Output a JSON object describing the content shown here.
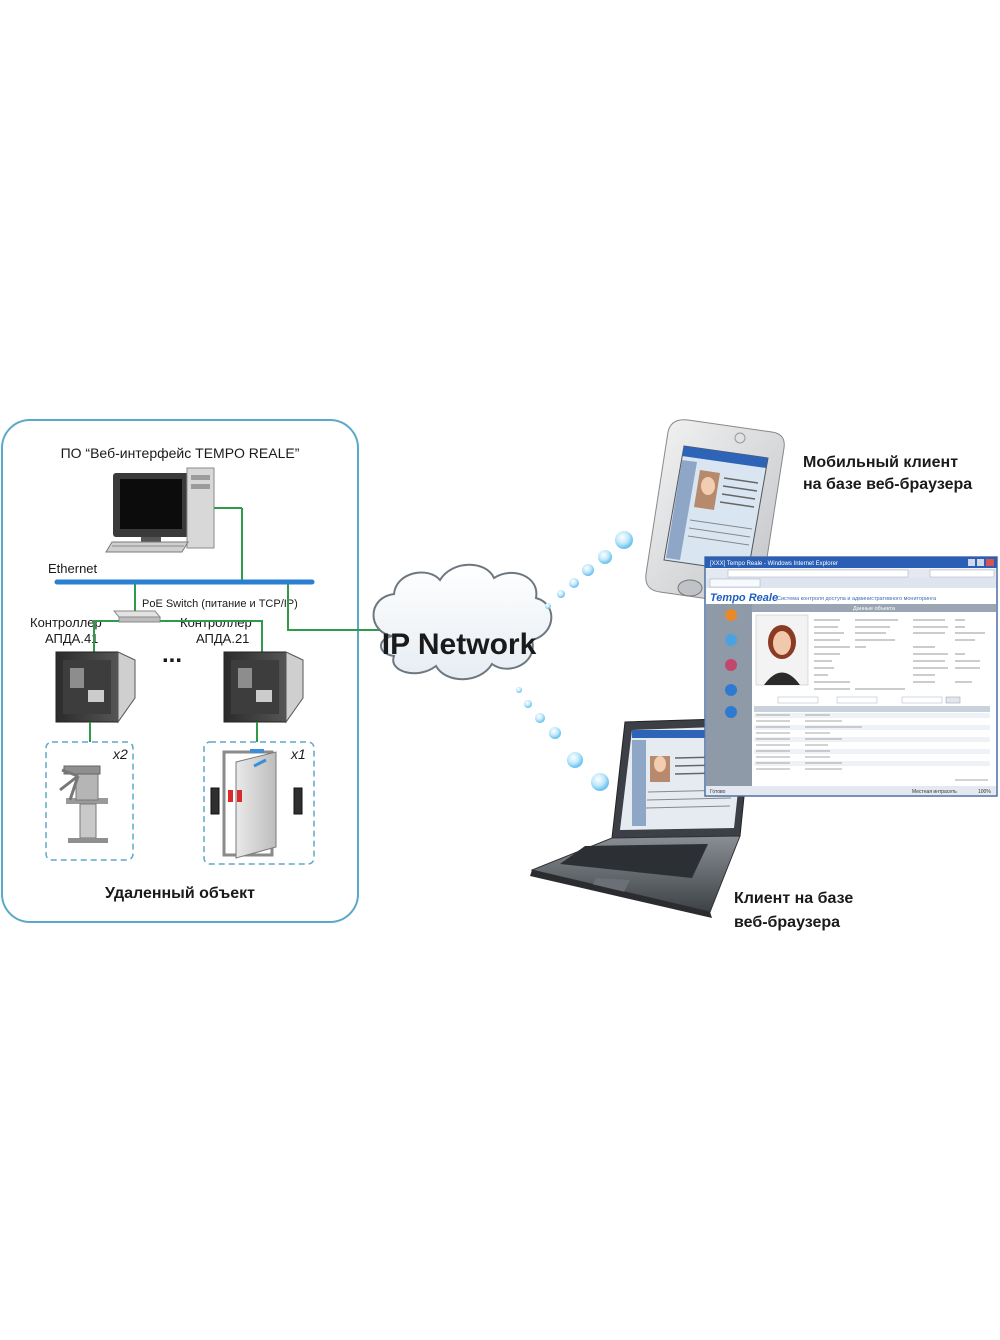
{
  "remote_site": {
    "software_label": "ПО “Веб-интерфейс TEMPO REALE”",
    "ethernet_label": "Ethernet",
    "switch_label": "PoE Switch (питание и TCP/IP)",
    "controller_1": {
      "line1": "Контроллер",
      "line2": "АПДА.41"
    },
    "controller_2": {
      "line1": "Контроллер",
      "line2": "АПДА.21"
    },
    "ellipsis": "...",
    "turnstile_count": "x2",
    "door_count": "x1",
    "footer_label": "Удаленный объект"
  },
  "network": {
    "cloud_label": "IP Network"
  },
  "clients": {
    "mobile": {
      "line1": "Мобильный клиент",
      "line2": "на базе веб-браузера"
    },
    "desktop": {
      "line1": "Клиент на базе",
      "line2": "веб-браузера"
    }
  },
  "browser_window": {
    "title": "[XXX] Tempo Reale - Windows Internet Explorer",
    "brand": "Tempo Reale",
    "subtitle": "Система контроля доступа и административного мониторинга",
    "section_title": "Данные объекта",
    "status_left": "Готово",
    "status_mid": "Местная интрасеть",
    "status_zoom": "100%"
  },
  "colors": {
    "frame_border": "#5aa9c9",
    "ethernet_bus": "#2a7fd0",
    "link_green": "#2f9a4a",
    "dashed": "#5fa8c8",
    "bubble": "#8fd3f5",
    "brand_blue": "#1f5fbf"
  }
}
